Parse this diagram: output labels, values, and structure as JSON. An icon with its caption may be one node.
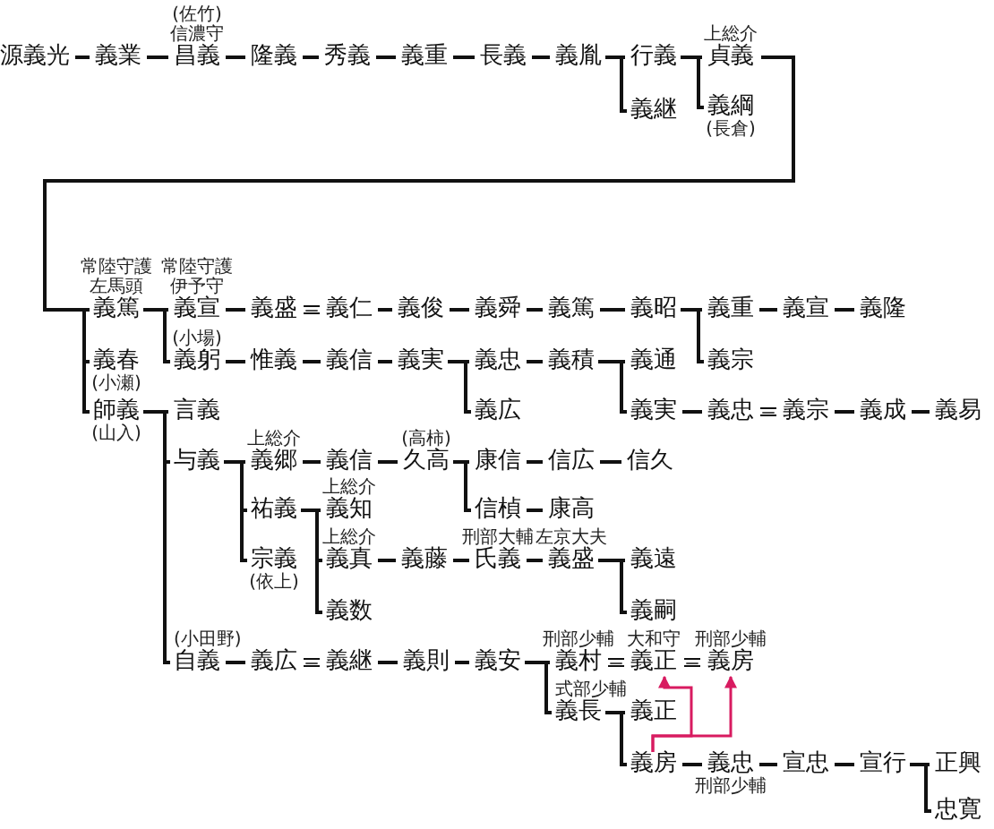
{
  "diagram": {
    "nodes": [
      {
        "text": [
          "源義光"
        ]
      },
      {
        "text": [
          "義業"
        ]
      },
      {
        "text": [
          "昌義"
        ],
        "beside": [
          "(佐竹)",
          "信濃守"
        ]
      },
      {
        "text": [
          "隆義"
        ]
      },
      {
        "text": [
          "秀義"
        ]
      },
      {
        "text": [
          "義重"
        ]
      },
      {
        "text": [
          "長義"
        ]
      },
      {
        "text": [
          "義胤"
        ]
      },
      {
        "text": [
          "行義"
        ]
      },
      {
        "text": [
          "義継"
        ]
      },
      {
        "text": [
          "貞義"
        ],
        "beside": [
          "上総介"
        ]
      },
      {
        "text": [
          "義綱"
        ],
        "beside": [
          "(長倉)"
        ]
      },
      {
        "text": [
          "義篤"
        ],
        "beside": [
          "常陸守護",
          "左馬頭"
        ]
      },
      {
        "text": [
          "義宣"
        ],
        "beside": [
          "常陸守護",
          "伊予守"
        ]
      },
      {
        "text": [
          "義盛"
        ]
      },
      {
        "text": [
          "義仁"
        ]
      },
      {
        "text": [
          "義俊"
        ]
      },
      {
        "text": [
          "義舜"
        ]
      },
      {
        "text": [
          "義篤"
        ]
      },
      {
        "text": [
          "義昭"
        ]
      },
      {
        "text": [
          "義重"
        ]
      },
      {
        "text": [
          "義宣"
        ]
      },
      {
        "text": [
          "義隆"
        ]
      },
      {
        "text": [
          "義春"
        ],
        "beside": [
          "(小瀬)"
        ]
      },
      {
        "text": [
          "義躬"
        ],
        "beside": [
          "(小場)"
        ]
      },
      {
        "text": [
          "惟義"
        ]
      },
      {
        "text": [
          "義信"
        ]
      },
      {
        "text": [
          "義実"
        ]
      },
      {
        "text": [
          "義忠"
        ]
      },
      {
        "text": [
          "義積"
        ]
      },
      {
        "text": [
          "義通"
        ]
      },
      {
        "text": [
          "義宗"
        ]
      },
      {
        "text": [
          "義広"
        ]
      },
      {
        "text": [
          "義実"
        ]
      },
      {
        "text": [
          "義忠"
        ]
      },
      {
        "text": [
          "義宗"
        ]
      },
      {
        "text": [
          "義成"
        ]
      },
      {
        "text": [
          "義易"
        ]
      },
      {
        "text": [
          "師義"
        ],
        "beside": [
          "(山入)"
        ]
      },
      {
        "text": [
          "言義"
        ]
      },
      {
        "text": [
          "与義"
        ]
      },
      {
        "text": [
          "義郷"
        ],
        "beside": [
          "上総介"
        ]
      },
      {
        "text": [
          "義信"
        ]
      },
      {
        "text": [
          "久高"
        ],
        "beside": [
          "(高柿)"
        ]
      },
      {
        "text": [
          "康信"
        ]
      },
      {
        "text": [
          "信広"
        ]
      },
      {
        "text": [
          "信久"
        ]
      },
      {
        "text": [
          "祐義"
        ]
      },
      {
        "text": [
          "義知"
        ],
        "beside": [
          "上総介"
        ]
      },
      {
        "text": [
          "信楨"
        ]
      },
      {
        "text": [
          "康高"
        ]
      },
      {
        "text": [
          "宗義"
        ],
        "beside": [
          "(依上)"
        ]
      },
      {
        "text": [
          "義真"
        ],
        "beside": [
          "上総介"
        ]
      },
      {
        "text": [
          "義藤"
        ]
      },
      {
        "text": [
          "氏義"
        ],
        "beside": [
          "刑部大輔"
        ]
      },
      {
        "text": [
          "義盛"
        ],
        "beside": [
          "左京大夫"
        ]
      },
      {
        "text": [
          "義遠"
        ]
      },
      {
        "text": [
          "義数"
        ]
      },
      {
        "text": [
          "義嗣"
        ]
      },
      {
        "text": [
          "自義"
        ],
        "beside": [
          "(小田野)"
        ]
      },
      {
        "text": [
          "義広"
        ]
      },
      {
        "text": [
          "義継"
        ]
      },
      {
        "text": [
          "義則"
        ]
      },
      {
        "text": [
          "義安"
        ]
      },
      {
        "text": [
          "義村"
        ],
        "beside": [
          "刑部少輔"
        ]
      },
      {
        "text": [
          "義正"
        ],
        "beside": [
          "大和守"
        ]
      },
      {
        "text": [
          "義房"
        ],
        "beside": [
          "刑部少輔"
        ]
      },
      {
        "text": [
          "義長"
        ],
        "beside": [
          "式部少輔"
        ]
      },
      {
        "text": [
          "義正"
        ]
      },
      {
        "text": [
          "義房"
        ]
      },
      {
        "text": [
          "義忠"
        ],
        "beside": [
          "刑部少輔"
        ]
      },
      {
        "text": [
          "宣忠"
        ]
      },
      {
        "text": [
          "宣行"
        ]
      },
      {
        "text": [
          "正興"
        ]
      },
      {
        "text": [
          "忠寛"
        ]
      }
    ],
    "edges": [
      {
        "from": 0,
        "to": 1,
        "arrow": "none"
      },
      {
        "from": 1,
        "to": 2,
        "arrow": "none"
      },
      {
        "from": 2,
        "to": 3,
        "arrow": "none"
      },
      {
        "from": 3,
        "to": 4,
        "arrow": "none"
      },
      {
        "from": 4,
        "to": 5,
        "arrow": "none"
      },
      {
        "from": 5,
        "to": 6,
        "arrow": "none"
      },
      {
        "from": 6,
        "to": 7,
        "arrow": "none"
      },
      {
        "from": 7,
        "to": 8,
        "arrow": "none"
      },
      {
        "from": 7,
        "to": 9,
        "arrow": "none"
      },
      {
        "from": 8,
        "to": 10,
        "arrow": "none"
      },
      {
        "from": 8,
        "to": 11,
        "arrow": "none"
      },
      {
        "from": 10,
        "to": 12,
        "arrow": "none"
      },
      {
        "from": 10,
        "to": 23,
        "arrow": "none"
      },
      {
        "from": 10,
        "to": 38,
        "arrow": "none"
      },
      {
        "from": 12,
        "to": 13,
        "arrow": "none"
      },
      {
        "from": 12,
        "to": 24,
        "arrow": "none"
      },
      {
        "from": 13,
        "to": 14,
        "arrow": "none"
      },
      {
        "from": 14,
        "to": 15,
        "arrow": "none",
        "label": "＝"
      },
      {
        "from": 15,
        "to": 16,
        "arrow": "none"
      },
      {
        "from": 16,
        "to": 17,
        "arrow": "none"
      },
      {
        "from": 17,
        "to": 18,
        "arrow": "none"
      },
      {
        "from": 18,
        "to": 19,
        "arrow": "none"
      },
      {
        "from": 19,
        "to": 20,
        "arrow": "none"
      },
      {
        "from": 19,
        "to": 31,
        "arrow": "none"
      },
      {
        "from": 20,
        "to": 21,
        "arrow": "none"
      },
      {
        "from": 21,
        "to": 22,
        "arrow": "none"
      },
      {
        "from": 24,
        "to": 25,
        "arrow": "none"
      },
      {
        "from": 25,
        "to": 26,
        "arrow": "none"
      },
      {
        "from": 26,
        "to": 27,
        "arrow": "none"
      },
      {
        "from": 27,
        "to": 28,
        "arrow": "none"
      },
      {
        "from": 27,
        "to": 32,
        "arrow": "none"
      },
      {
        "from": 28,
        "to": 29,
        "arrow": "none"
      },
      {
        "from": 29,
        "to": 30,
        "arrow": "none"
      },
      {
        "from": 29,
        "to": 33,
        "arrow": "none"
      },
      {
        "from": 33,
        "to": 34,
        "arrow": "none"
      },
      {
        "from": 34,
        "to": 35,
        "arrow": "none",
        "label": "＝"
      },
      {
        "from": 35,
        "to": 36,
        "arrow": "none"
      },
      {
        "from": 36,
        "to": 37,
        "arrow": "none"
      },
      {
        "from": 38,
        "to": 39,
        "arrow": "none"
      },
      {
        "from": 38,
        "to": 40,
        "arrow": "none"
      },
      {
        "from": 38,
        "to": 59,
        "arrow": "none"
      },
      {
        "from": 40,
        "to": 41,
        "arrow": "none"
      },
      {
        "from": 40,
        "to": 47,
        "arrow": "none"
      },
      {
        "from": 40,
        "to": 51,
        "arrow": "none"
      },
      {
        "from": 41,
        "to": 42,
        "arrow": "none"
      },
      {
        "from": 42,
        "to": 43,
        "arrow": "none"
      },
      {
        "from": 43,
        "to": 44,
        "arrow": "none"
      },
      {
        "from": 43,
        "to": 49,
        "arrow": "none"
      },
      {
        "from": 44,
        "to": 45,
        "arrow": "none"
      },
      {
        "from": 45,
        "to": 46,
        "arrow": "none"
      },
      {
        "from": 49,
        "to": 50,
        "arrow": "none"
      },
      {
        "from": 47,
        "to": 48,
        "arrow": "none"
      },
      {
        "from": 47,
        "to": 52,
        "arrow": "none"
      },
      {
        "from": 47,
        "to": 57,
        "arrow": "none"
      },
      {
        "from": 52,
        "to": 53,
        "arrow": "none"
      },
      {
        "from": 53,
        "to": 54,
        "arrow": "none"
      },
      {
        "from": 54,
        "to": 55,
        "arrow": "none"
      },
      {
        "from": 55,
        "to": 56,
        "arrow": "none"
      },
      {
        "from": 55,
        "to": 58,
        "arrow": "none"
      },
      {
        "from": 59,
        "to": 60,
        "arrow": "none"
      },
      {
        "from": 60,
        "to": 61,
        "arrow": "none",
        "label": "＝"
      },
      {
        "from": 61,
        "to": 62,
        "arrow": "none"
      },
      {
        "from": 62,
        "to": 63,
        "arrow": "none"
      },
      {
        "from": 63,
        "to": 64,
        "arrow": "none"
      },
      {
        "from": 63,
        "to": 67,
        "arrow": "none"
      },
      {
        "from": 64,
        "to": 65,
        "arrow": "none",
        "label": "＝"
      },
      {
        "from": 65,
        "to": 66,
        "arrow": "none",
        "label": "＝"
      },
      {
        "from": 67,
        "to": 68,
        "arrow": "none"
      },
      {
        "from": 67,
        "to": 69,
        "arrow": "none"
      },
      {
        "from": 69,
        "to": 70,
        "arrow": "none"
      },
      {
        "from": 70,
        "to": 71,
        "arrow": "none"
      },
      {
        "from": 71,
        "to": 72,
        "arrow": "none"
      },
      {
        "from": 72,
        "to": 73,
        "arrow": "none"
      },
      {
        "from": 72,
        "to": 74,
        "arrow": "none"
      },
      {
        "from": 69,
        "to": 65,
        "arrow": "to",
        "color": "#d81b60"
      },
      {
        "from": 69,
        "to": 66,
        "arrow": "to",
        "color": "#d81b60"
      }
    ]
  }
}
